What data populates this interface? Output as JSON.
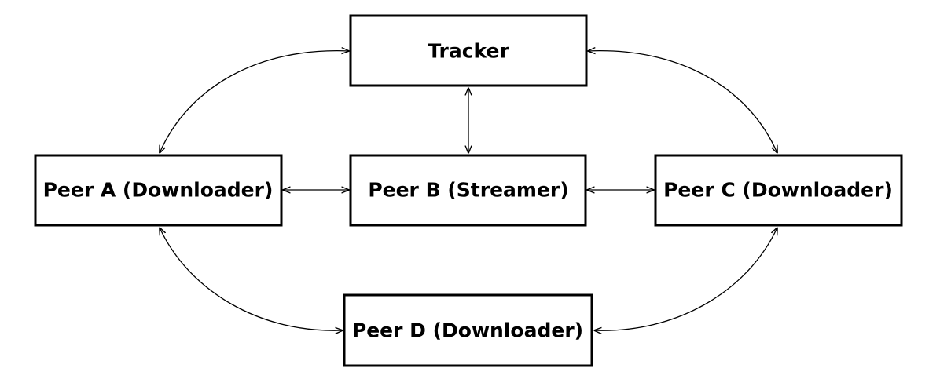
{
  "diagram": {
    "nodes": {
      "tracker": {
        "label": "Tracker"
      },
      "peer_a": {
        "label": "Peer A (Downloader)"
      },
      "peer_b": {
        "label": "Peer B (Streamer)"
      },
      "peer_c": {
        "label": "Peer C (Downloader)"
      },
      "peer_d": {
        "label": "Peer D (Downloader)"
      }
    },
    "edges": [
      {
        "from": "peer_a",
        "to": "tracker",
        "direction": "both"
      },
      {
        "from": "peer_b",
        "to": "tracker",
        "direction": "both"
      },
      {
        "from": "peer_c",
        "to": "tracker",
        "direction": "both"
      },
      {
        "from": "peer_a",
        "to": "peer_b",
        "direction": "both"
      },
      {
        "from": "peer_b",
        "to": "peer_c",
        "direction": "both"
      },
      {
        "from": "peer_a",
        "to": "peer_d",
        "direction": "both"
      },
      {
        "from": "peer_c",
        "to": "peer_d",
        "direction": "both"
      }
    ],
    "colors": {
      "stroke": "#000000",
      "fill": "#ffffff"
    }
  }
}
